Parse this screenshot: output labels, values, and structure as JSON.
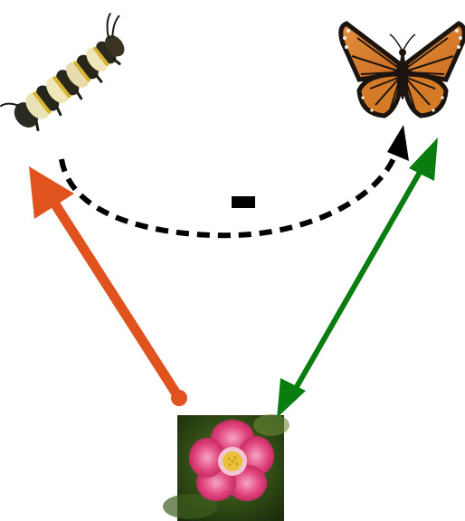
{
  "diagram": {
    "nodes": [
      {
        "id": "caterpillar",
        "icon": "caterpillar-icon"
      },
      {
        "id": "butterfly",
        "icon": "butterfly-icon"
      },
      {
        "id": "flower",
        "icon": "rose-flower-icon"
      }
    ],
    "edges": [
      {
        "id": "flower-to-caterpillar",
        "from": "flower",
        "to": "caterpillar",
        "style": "solid",
        "color": "#e0531e",
        "tail": "dot",
        "head": "arrow"
      },
      {
        "id": "flower-butterfly",
        "from": "flower",
        "to": "butterfly",
        "style": "solid",
        "color": "#0a7d10",
        "tail": "arrow",
        "head": "arrow"
      },
      {
        "id": "caterpillar-to-butterfly",
        "from": "caterpillar",
        "to": "butterfly",
        "style": "dashed",
        "color": "#000000",
        "head": "arrow"
      }
    ],
    "sign_label": "-"
  }
}
